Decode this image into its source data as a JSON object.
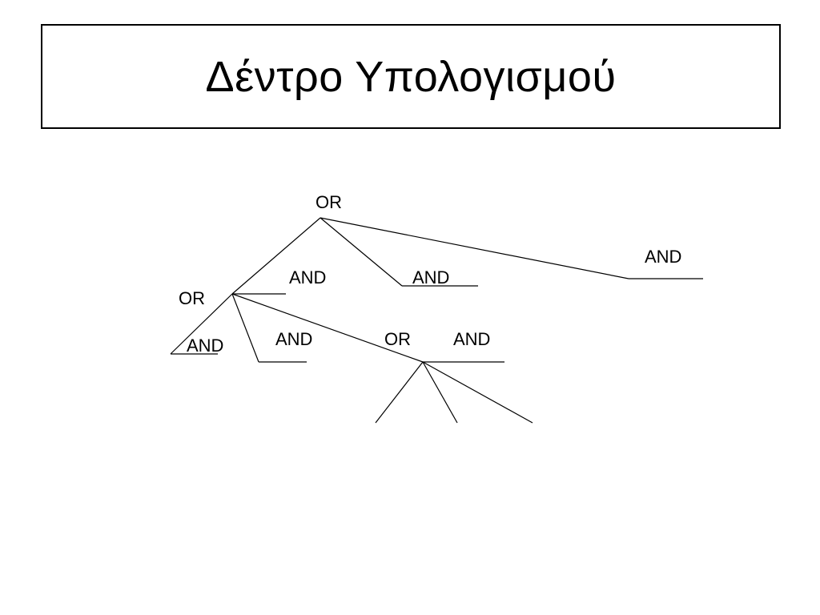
{
  "slide": {
    "title": "Δέντρο Υπολογισμού"
  },
  "tree": {
    "node_labels": [
      "OR",
      "AND",
      "AND",
      "AND",
      "OR",
      "AND",
      "AND",
      "OR",
      "AND"
    ]
  }
}
